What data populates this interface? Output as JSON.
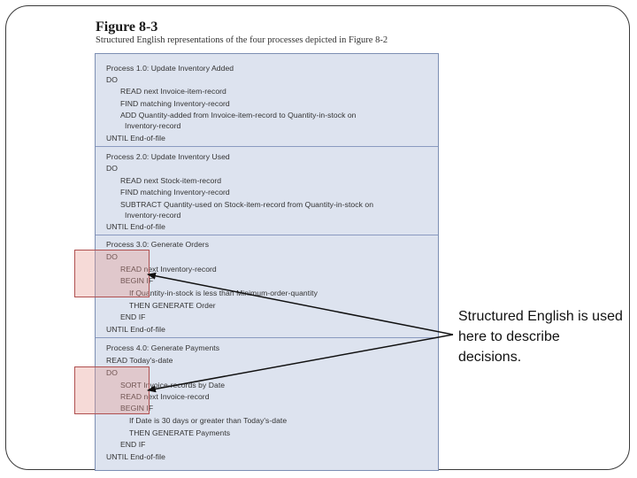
{
  "figure": {
    "title": "Figure 8-3",
    "caption": "Structured English representations of the four processes depicted in Figure 8-2"
  },
  "processes": [
    {
      "header": "Process 1.0: Update Inventory Added",
      "lines": [
        "DO",
        "READ next Invoice-item-record",
        "FIND matching Inventory-record",
        "ADD Quantity-added from Invoice-item-record to Quantity-in-stock on",
        "Inventory-record",
        "UNTIL End-of-file"
      ]
    },
    {
      "header": "Process 2.0: Update Inventory Used",
      "lines": [
        "DO",
        "READ next Stock-item-record",
        "FIND matching Inventory-record",
        "SUBTRACT Quantity-used on Stock-item-record from Quantity-in-stock on",
        "Inventory-record",
        "UNTIL End-of-file"
      ]
    },
    {
      "header": "Process 3.0: Generate Orders",
      "lines": [
        "DO",
        "READ next Inventory-record",
        "BEGIN IF",
        "If Quantity-in-stock is less than Minimum-order-quantity",
        "THEN GENERATE Order",
        "END IF",
        "UNTIL End-of-file"
      ]
    },
    {
      "header": "Process 4.0: Generate Payments",
      "lines": [
        "READ Today's-date",
        "DO",
        "SORT Invoice-records by Date",
        "READ next Invoice-record",
        "BEGIN IF",
        "If Date is 30 days or greater than Today's-date",
        "THEN GENERATE Payments",
        "END IF",
        "UNTIL End-of-file"
      ]
    }
  ],
  "callout": {
    "text": "Structured English is used here to describe decisions."
  },
  "colors": {
    "figure_bg": "#dde3ef",
    "highlight": "#e6968c",
    "arrow": "#111111"
  }
}
